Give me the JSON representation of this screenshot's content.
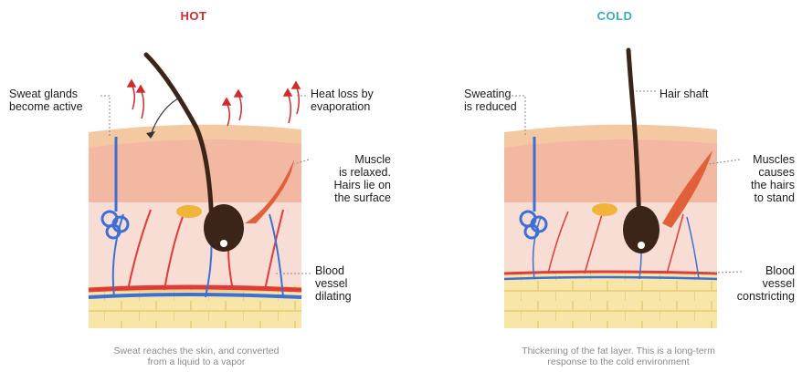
{
  "hot": {
    "title": "HOT",
    "labels": {
      "sweat_glands": "Sweat glands\nbecome active",
      "heat_loss": "Heat loss by\nevaporation",
      "muscle": "Muscle\nis relaxed.\nHairs lie on\nthe surface",
      "blood": "Blood\nvessel\ndilating"
    },
    "caption": "Sweat reaches the skin, and converted\nfrom a liquid to a vapor"
  },
  "cold": {
    "title": "COLD",
    "labels": {
      "sweating": "Sweating\nis reduced",
      "hair_shaft": "Hair shaft",
      "muscles": "Muscles\ncauses\nthe hairs\nto stand",
      "blood": "Blood\nvessel\nconstricting"
    },
    "caption": "Thickening of the fat layer. This is a long-term\nresponse to the cold environment"
  },
  "colors": {
    "hot_title": "#d12b2b",
    "cold_title": "#3aa8d0",
    "epidermis": "#f4c9a2",
    "dermis": "#f3b8a2",
    "hypodermis": "#f7ddd3",
    "fat": "#f8e6a8",
    "hair": "#3b2418",
    "artery": "#e03a3a",
    "vein": "#3d6fd6",
    "muscle": "#e0603a"
  }
}
